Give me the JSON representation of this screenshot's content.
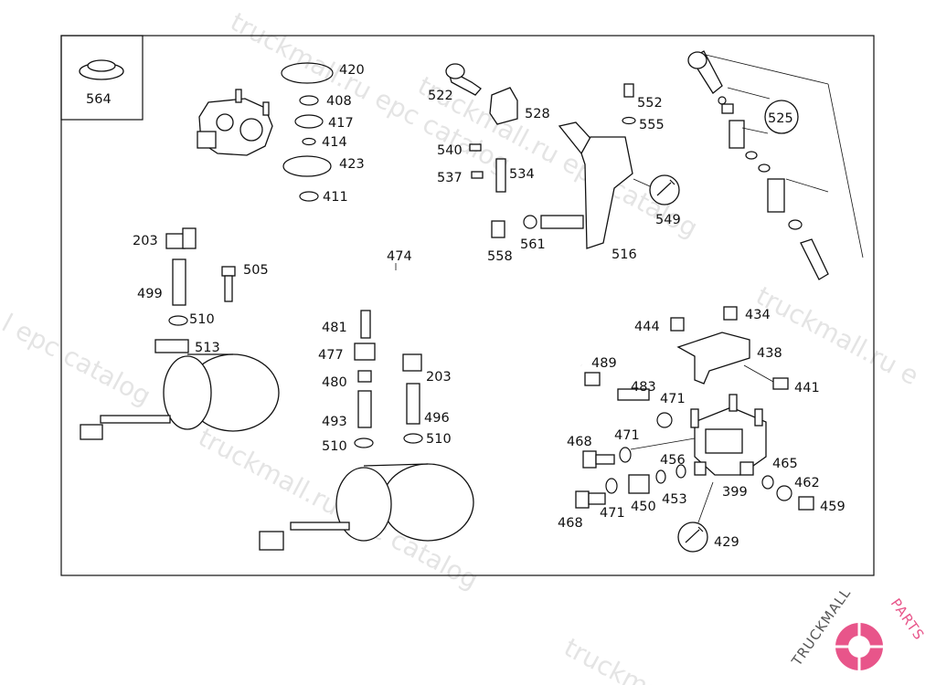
{
  "diagram": {
    "inset_label": "564",
    "labels": {
      "l420": "420",
      "l408": "408",
      "l417": "417",
      "l414": "414",
      "l423": "423",
      "l411": "411",
      "l522": "522",
      "l528": "528",
      "l552": "552",
      "l555": "555",
      "l540": "540",
      "l537": "537",
      "l534": "534",
      "l549": "549",
      "l558": "558",
      "l561": "561",
      "l516": "516",
      "l525": "525",
      "l203a": "203",
      "l505": "505",
      "l499": "499",
      "l510a": "510",
      "l513": "513",
      "l474": "474",
      "l481": "481",
      "l477": "477",
      "l480": "480",
      "l493": "493",
      "l510b": "510",
      "l203b": "203",
      "l496": "496",
      "l510c": "510",
      "l489": "489",
      "l444": "444",
      "l434": "434",
      "l438": "438",
      "l441": "441",
      "l483": "483",
      "l471a": "471",
      "l471b": "471",
      "l468a": "468",
      "l456": "456",
      "l465": "465",
      "l399": "399",
      "l462": "462",
      "l459": "459",
      "l468b": "468",
      "l471c": "471",
      "l450": "450",
      "l453": "453",
      "l429": "429"
    }
  },
  "watermarks": {
    "w1": "truckmall.ru epc catalog",
    "w2": "truckmall.ru epc catalog",
    "w3": "truckmall.ru epc catalog",
    "w4": "truckmall.ru epc catalog",
    "w5": "truckmall.ru e",
    "w6": "l epc catalog",
    "w7": "truckma"
  },
  "logo": {
    "text_a": "TRUCKMALL",
    "text_b": "PARTS",
    "brand_color": "#e8558a"
  }
}
